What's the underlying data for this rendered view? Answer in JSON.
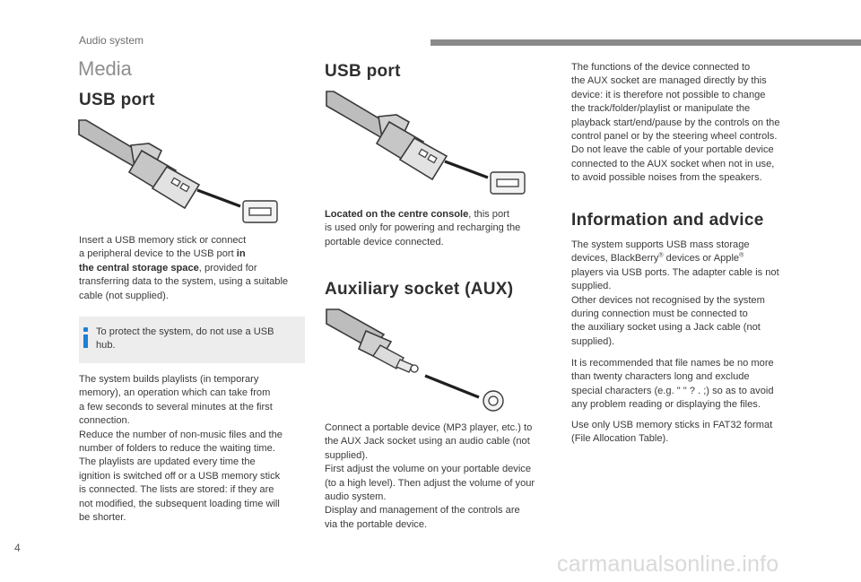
{
  "header": {
    "section": "Audio system"
  },
  "page": {
    "title": "Media",
    "number": "4"
  },
  "col1": {
    "heading": "USB port",
    "intro_1": "Insert a USB memory stick or connect",
    "intro_2": "a peripheral device to the USB port ",
    "intro_bold_1": "in",
    "intro_bold_2": "the central storage space",
    "intro_3": ", provided for",
    "intro_4": "transferring data to the system, using a suitable",
    "intro_5": "cable (not supplied).",
    "info_1": "To protect the system, do not use a USB",
    "info_2": "hub.",
    "playlists": [
      "The system builds playlists (in temporary",
      "memory), an operation which can take from",
      "a few seconds to several minutes at the first",
      "connection.",
      "Reduce the number of non-music files and the",
      "number of folders to reduce the waiting time.",
      "The playlists are updated every time the",
      "ignition is switched off or a USB memory stick",
      "is connected. The lists are stored: if they are",
      "not modified, the subsequent loading time will",
      "be shorter."
    ]
  },
  "col2": {
    "heading_usb": "USB port",
    "located_bold": "Located on the centre console",
    "located_1": ", this port",
    "located_2": "is used only for powering and recharging the",
    "located_3": "portable device connected.",
    "heading_aux": "Auxiliary socket (AUX)",
    "aux_text": [
      "Connect a portable device (MP3 player, etc.) to",
      "the AUX Jack socket using an audio cable (not",
      "supplied).",
      "First adjust the volume on your portable device",
      "(to a high level). Then adjust the volume of your",
      "audio system.",
      "Display and management of the controls are",
      "via the portable device."
    ]
  },
  "col3": {
    "functions": [
      "The functions of the device connected to",
      "the AUX socket are managed directly by this",
      "device: it is therefore not possible to change",
      "the track/folder/playlist or manipulate the",
      "playback start/end/pause by the controls on the",
      "control panel or by the steering wheel controls.",
      "Do not leave the cable of your portable device",
      "connected to the AUX socket when not in use,",
      "to avoid possible noises from the speakers."
    ],
    "heading_info": "Information and advice",
    "support_1": "The system supports USB mass storage",
    "support_2a": "devices, BlackBerry",
    "support_2b": " devices or Apple",
    "support_reg": "®",
    "support_rest": [
      "players via USB ports. The adapter cable is not",
      "supplied.",
      "Other devices not recognised by the system",
      "during connection must be connected to",
      "the auxiliary socket using a Jack cable (not",
      "supplied)."
    ],
    "filenames": [
      "It is recommended that file names be no more",
      "than twenty characters long and exclude",
      "special characters (e.g. \" \" ? . ;) so as to avoid",
      "any problem reading or displaying the files."
    ],
    "fat32": [
      "Use only USB memory sticks in FAT32 format",
      "(File Allocation Table)."
    ]
  },
  "footer": {
    "watermark": "carmanualsonline.info"
  }
}
